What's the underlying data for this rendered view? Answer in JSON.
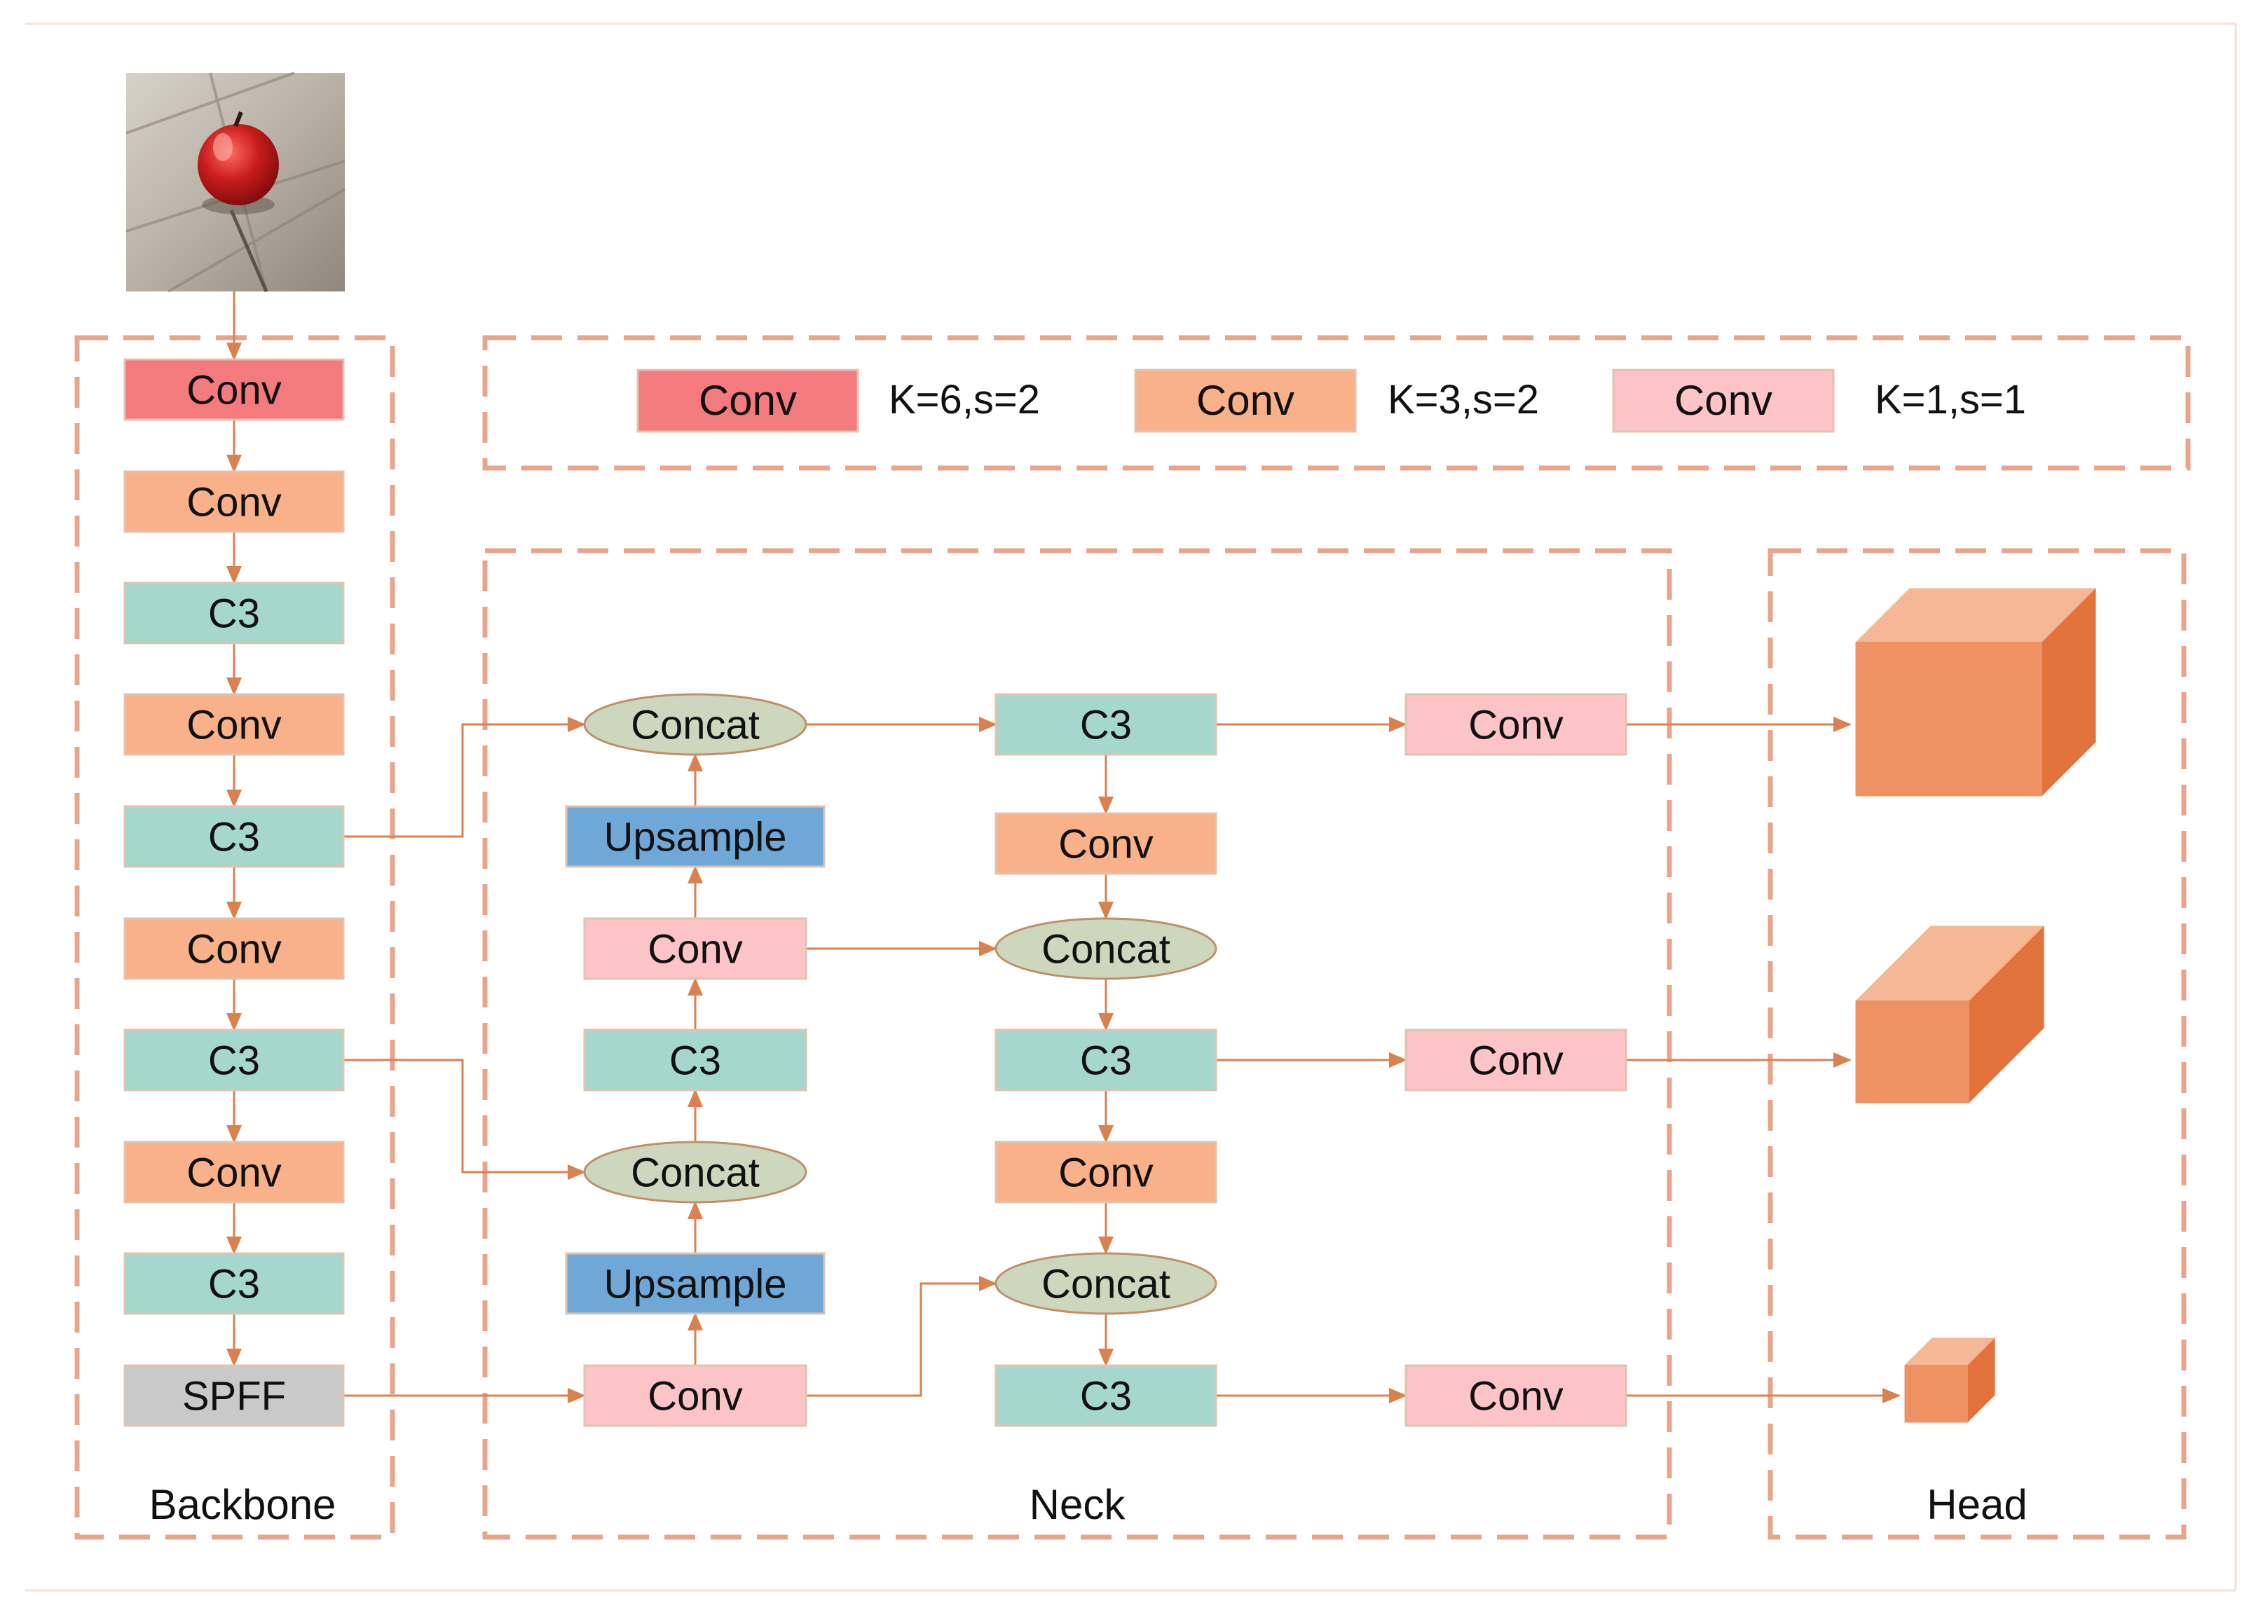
{
  "backbone": {
    "label": "Backbone",
    "blocks": [
      {
        "text": "Conv",
        "kind": "conv_k6"
      },
      {
        "text": "Conv",
        "kind": "conv_k3"
      },
      {
        "text": "C3",
        "kind": "c3"
      },
      {
        "text": "Conv",
        "kind": "conv_k3"
      },
      {
        "text": "C3",
        "kind": "c3"
      },
      {
        "text": "Conv",
        "kind": "conv_k3"
      },
      {
        "text": "C3",
        "kind": "c3"
      },
      {
        "text": "Conv",
        "kind": "conv_k3"
      },
      {
        "text": "C3",
        "kind": "c3"
      },
      {
        "text": "SPFF",
        "kind": "spff"
      }
    ]
  },
  "legend": {
    "items": [
      {
        "text": "Conv",
        "kind": "conv_k6",
        "desc": "K=6,s=2"
      },
      {
        "text": "Conv",
        "kind": "conv_k3",
        "desc": "K=3,s=2"
      },
      {
        "text": "Conv",
        "kind": "conv_k1",
        "desc": "K=1,s=1"
      }
    ]
  },
  "neck": {
    "label": "Neck",
    "left_column": [
      {
        "text": "Concat",
        "kind": "concat"
      },
      {
        "text": "Upsample",
        "kind": "upsample"
      },
      {
        "text": "Conv",
        "kind": "conv_k1"
      },
      {
        "text": "C3",
        "kind": "c3"
      },
      {
        "text": "Concat",
        "kind": "concat"
      },
      {
        "text": "Upsample",
        "kind": "upsample"
      },
      {
        "text": "Conv",
        "kind": "conv_k1"
      }
    ],
    "right_column": [
      {
        "text": "C3",
        "kind": "c3"
      },
      {
        "text": "Conv",
        "kind": "conv_k3"
      },
      {
        "text": "Concat",
        "kind": "concat"
      },
      {
        "text": "C3",
        "kind": "c3"
      },
      {
        "text": "Conv",
        "kind": "conv_k3"
      },
      {
        "text": "Concat",
        "kind": "concat"
      },
      {
        "text": "C3",
        "kind": "c3"
      }
    ],
    "output_convs": [
      {
        "text": "Conv",
        "kind": "conv_k1"
      },
      {
        "text": "Conv",
        "kind": "conv_k1"
      },
      {
        "text": "Conv",
        "kind": "conv_k1"
      }
    ]
  },
  "head": {
    "label": "Head"
  },
  "colors": {
    "conv_k6": "#f37b7d",
    "conv_k3": "#f8b189",
    "conv_k1": "#fcc4c7",
    "c3": "#a6d7cf",
    "upsample": "#6fa8d6",
    "concat": "#cdd7bd",
    "spff": "#c9c9c9",
    "dashed_border": "#e8a58b",
    "arrow": "#d9824f",
    "cube_front": "#ee9163",
    "cube_top": "#f6b894",
    "cube_side": "#e3733c"
  }
}
